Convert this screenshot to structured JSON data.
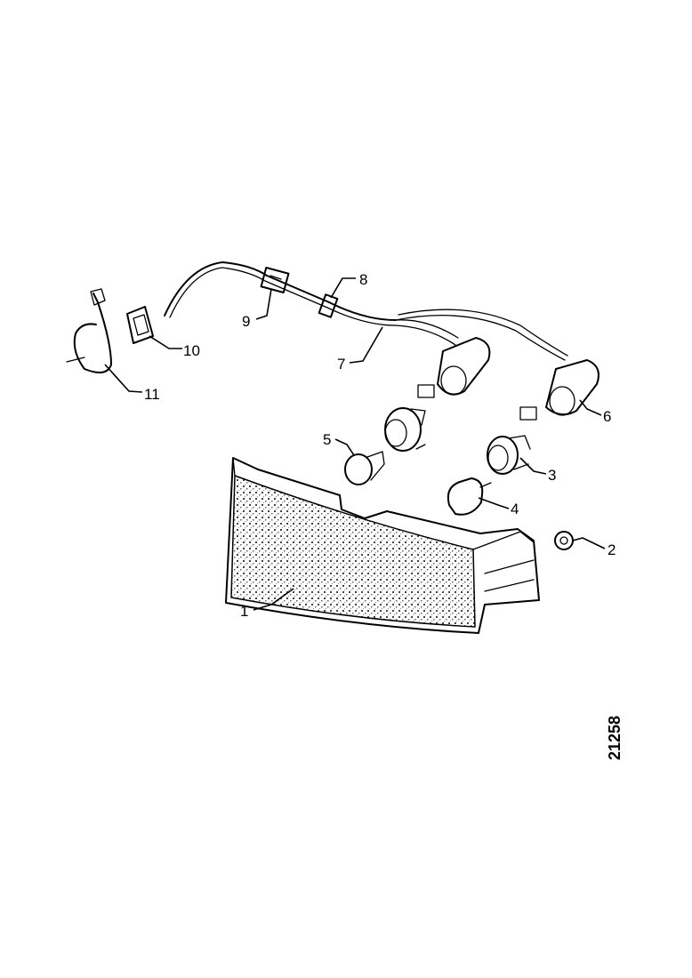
{
  "diagram": {
    "drawing_number": "21258",
    "callouts": [
      "1",
      "2",
      "3",
      "4",
      "5",
      "6",
      "7",
      "8",
      "9",
      "10",
      "11"
    ]
  }
}
